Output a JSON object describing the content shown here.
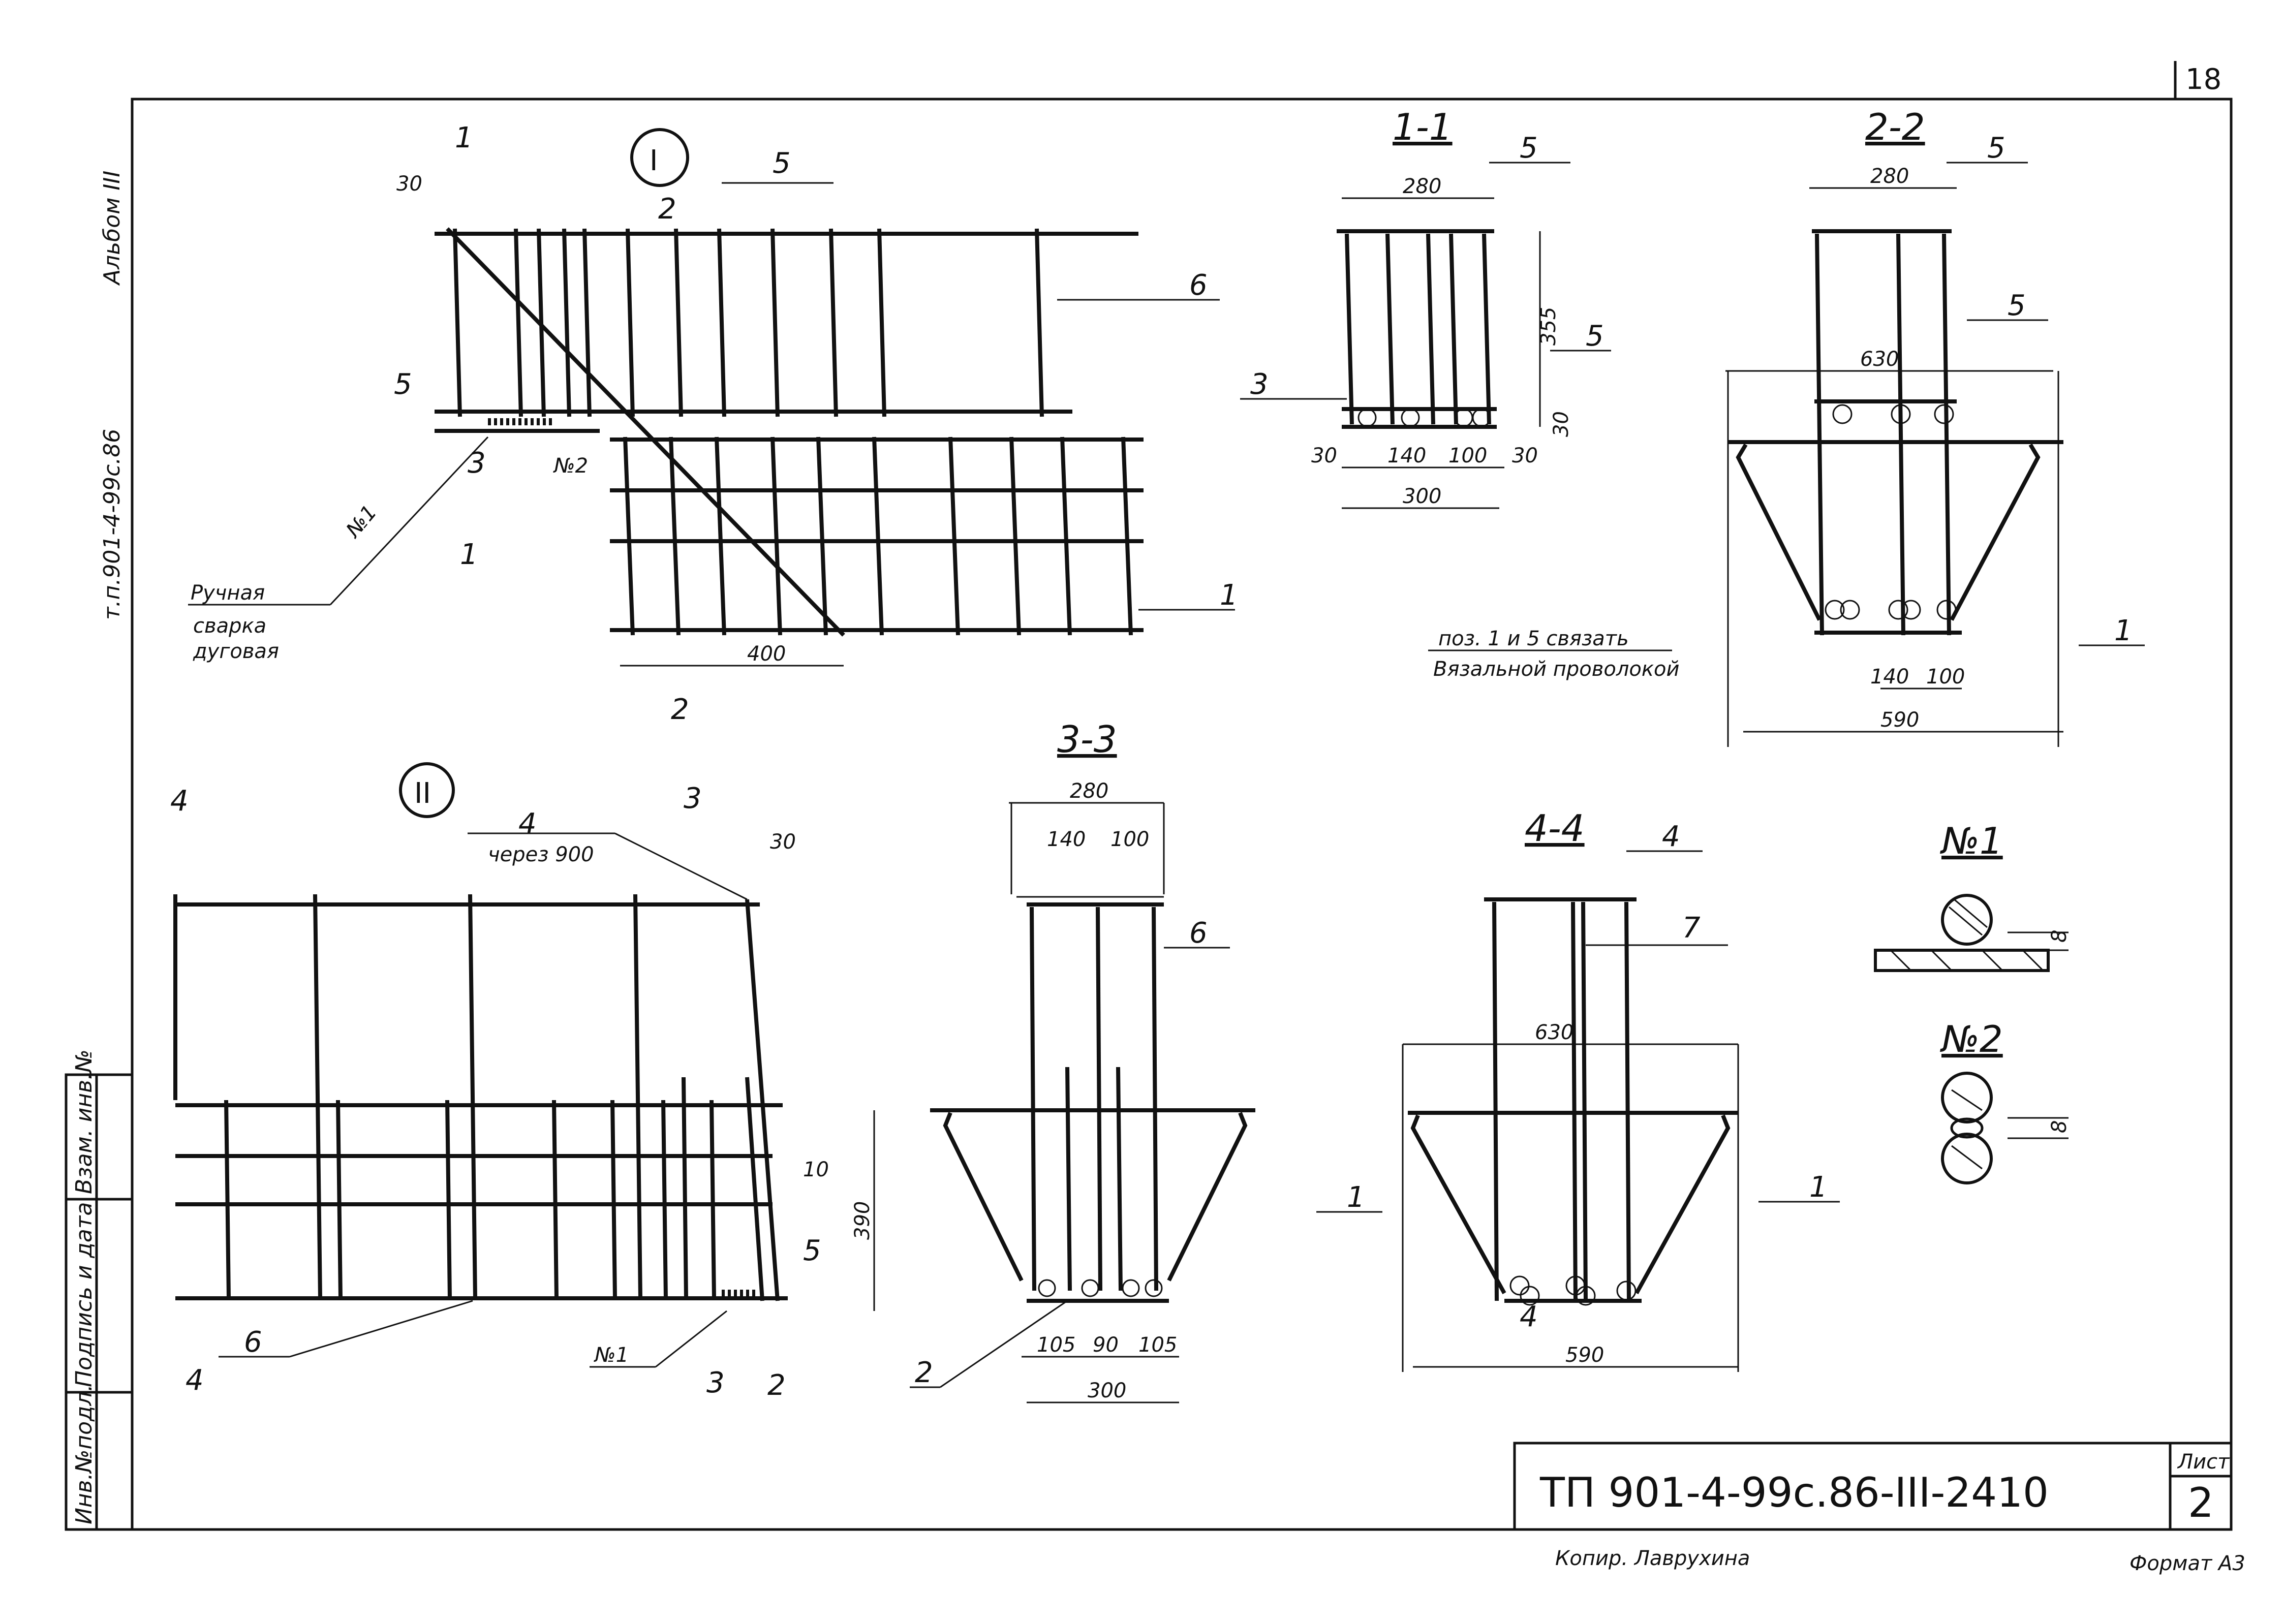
{
  "page_number": "18",
  "album": "Альбом III",
  "project_code_side": "т.п.901-4-99с.86",
  "stamp_fields": [
    "Инв.№подл.",
    "Подпись и дата",
    "Взам. инв.№"
  ],
  "title_block": {
    "designation": "ТП 901-4-99с.86-III-2410",
    "sheet_label": "Лист",
    "sheet_number": "2"
  },
  "footer": {
    "copied_by": "Копир. Лаврухина",
    "format": "Формат А3"
  },
  "node_I": {
    "mark": "I",
    "section_marks": [
      "1",
      "1",
      "2",
      "2"
    ],
    "dims": [
      "30",
      "400"
    ],
    "positions": [
      "5",
      "6",
      "5",
      "3",
      "1"
    ],
    "weld_labels": [
      "№2",
      "№1"
    ],
    "note_line1": "Ручная",
    "note_line2": "сварка",
    "note_line3": "дуговая"
  },
  "node_II": {
    "mark": "II",
    "section_marks": [
      "4",
      "3",
      "4",
      "3"
    ],
    "callout": "4",
    "callout_sub": "через 900",
    "dims": [
      "30",
      "10",
      "5"
    ],
    "positions": [
      "6",
      "2"
    ],
    "weld_label": "№1"
  },
  "section_1_1": {
    "title": "1-1",
    "dims": [
      "280",
      "355",
      "30",
      "30",
      "140",
      "100",
      "30",
      "300"
    ],
    "positions": [
      "5",
      "5",
      "3"
    ]
  },
  "section_2_2": {
    "title": "2-2",
    "dims": [
      "280",
      "630",
      "140",
      "100",
      "590"
    ],
    "positions": [
      "5",
      "5",
      "1"
    ],
    "note_line1": "поз. 1 и 5 связать",
    "note_line2": "Вязальной проволокой"
  },
  "section_3_3": {
    "title": "3-3",
    "dims": [
      "280",
      "140",
      "100",
      "390",
      "105",
      "90",
      "105",
      "300"
    ],
    "positions": [
      "6",
      "2"
    ]
  },
  "section_4_4": {
    "title": "4-4",
    "dims": [
      "630",
      "590"
    ],
    "positions": [
      "4",
      "7",
      "1",
      "1",
      "4"
    ]
  },
  "weld_detail_1": {
    "title": "№1",
    "dim": "8"
  },
  "weld_detail_2": {
    "title": "№2",
    "dim": "8"
  }
}
